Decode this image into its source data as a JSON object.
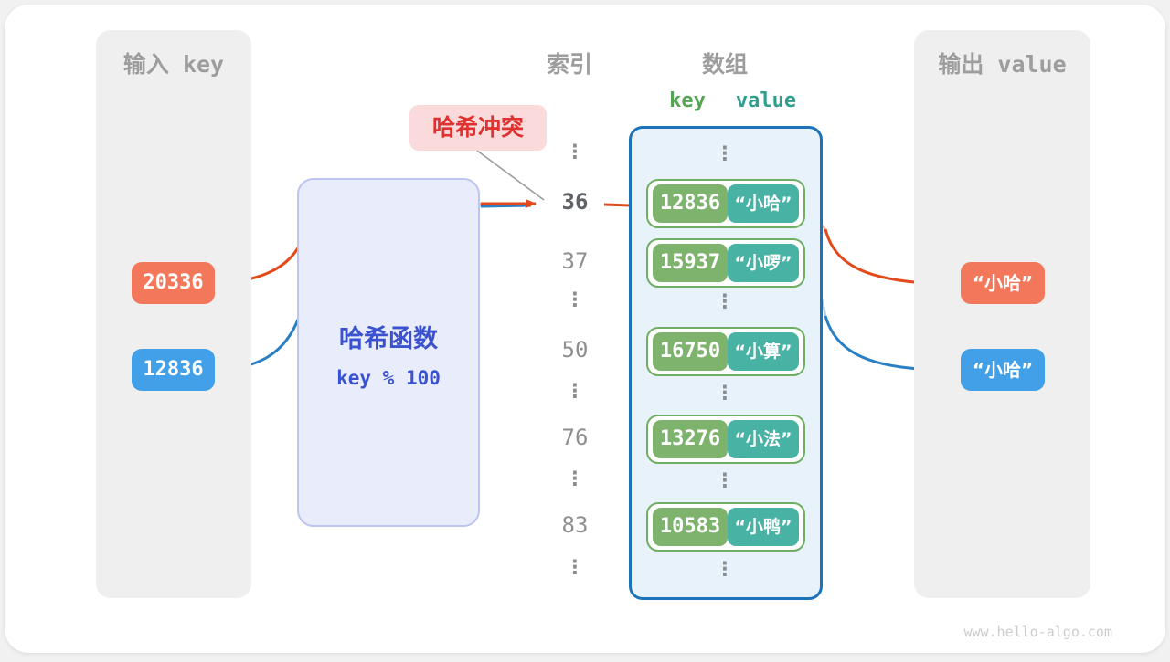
{
  "watermark": "www.hello-algo.com",
  "colors": {
    "orange": "#f3785b",
    "blue": "#41a0e8",
    "arrow_orange": "#e2491b",
    "arrow_blue": "#2b7fc3",
    "light_orange": "#f1b4a0",
    "light_blue": "#a9cde9",
    "key_green": "#7eb36e",
    "value_teal": "#48b2a4",
    "key_header_green": "#56a356",
    "value_header_teal": "#2f9e8f"
  },
  "input_panel": {
    "title": "输入 key",
    "keys": [
      {
        "value": "20336",
        "color": "orange"
      },
      {
        "value": "12836",
        "color": "blue"
      }
    ]
  },
  "hash_box": {
    "title": "哈希函数",
    "formula": "key % 100"
  },
  "collision_label": "哈希冲突",
  "index_column": {
    "title": "索引",
    "items": [
      {
        "text": "⋮",
        "ellipsis": true
      },
      {
        "text": "36",
        "emphasis": true
      },
      {
        "text": "37"
      },
      {
        "text": "⋮",
        "ellipsis": true
      },
      {
        "text": "50"
      },
      {
        "text": "⋮",
        "ellipsis": true
      },
      {
        "text": "76"
      },
      {
        "text": "⋮",
        "ellipsis": true
      },
      {
        "text": "83"
      },
      {
        "text": "⋮",
        "ellipsis": true
      }
    ]
  },
  "array_panel": {
    "title": "数组",
    "key_header": "key",
    "value_header": "value",
    "ellipsis_glyph": "⋮",
    "rows": [
      {
        "ellipsis": true
      },
      {
        "key": "12836",
        "value": "“小哈”"
      },
      {
        "key": "15937",
        "value": "“小啰”"
      },
      {
        "ellipsis": true
      },
      {
        "key": "16750",
        "value": "“小算”"
      },
      {
        "ellipsis": true
      },
      {
        "key": "13276",
        "value": "“小法”"
      },
      {
        "ellipsis": true
      },
      {
        "key": "10583",
        "value": "“小鸭”"
      },
      {
        "ellipsis": true
      }
    ]
  },
  "output_panel": {
    "title": "输出 value",
    "values": [
      {
        "text": "“小哈”",
        "color": "orange"
      },
      {
        "text": "“小哈”",
        "color": "blue"
      }
    ]
  }
}
